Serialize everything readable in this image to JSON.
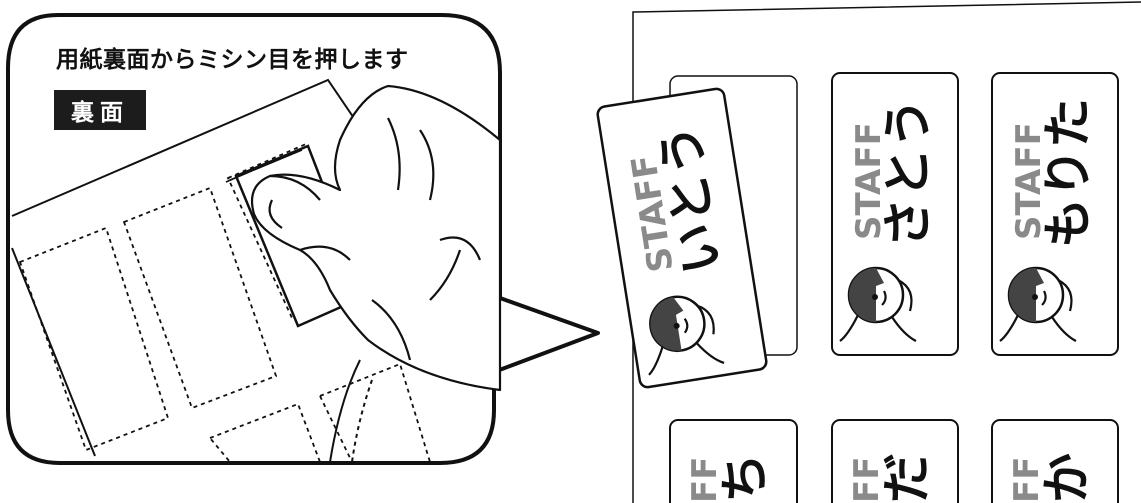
{
  "callout": {
    "instruction": "用紙裏面からミシン目を押します",
    "side_label": "裏面"
  },
  "sheet": {
    "peeled_card": {
      "staff": "STAFF",
      "name": "いとう"
    },
    "top_cards": [
      {
        "staff": "STAFF",
        "name": "さとう"
      },
      {
        "staff": "STAFF",
        "name": "もりた"
      }
    ],
    "bottom_cards": [
      {
        "staff": "FF",
        "name": "ち"
      },
      {
        "staff": "FF",
        "name": "だ"
      },
      {
        "staff": "FF",
        "name": "か"
      }
    ]
  },
  "colors": {
    "staff_text": "#8a8a8a",
    "name_text": "#111111",
    "face_dark": "#444444"
  }
}
